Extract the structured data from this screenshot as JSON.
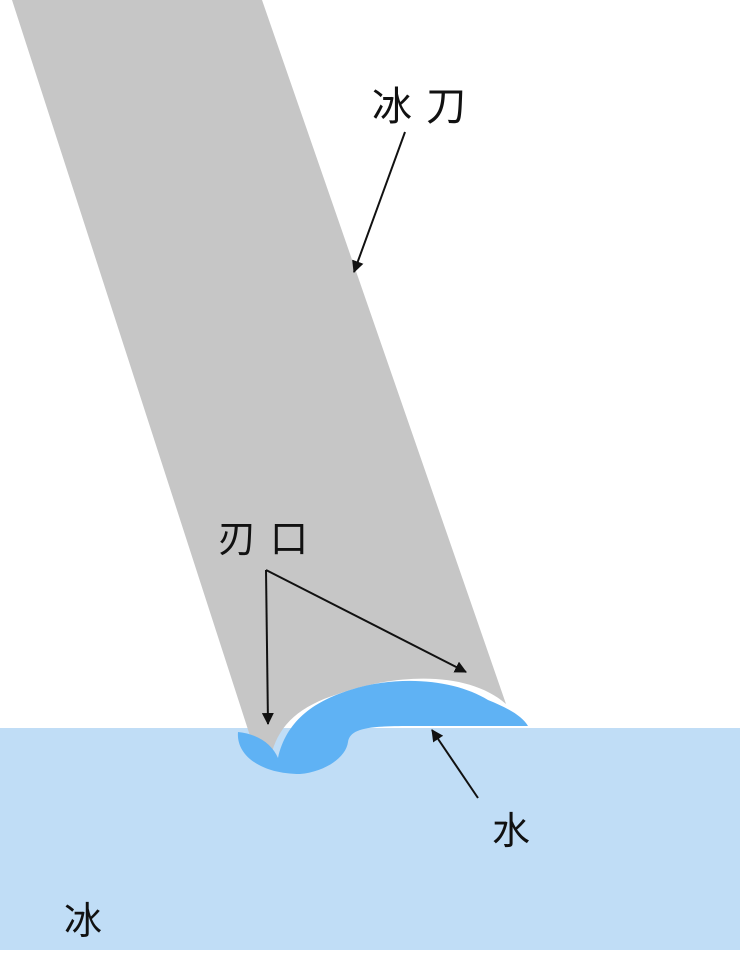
{
  "labels": {
    "blade": "冰刀",
    "edge": "刃口",
    "water": "水",
    "ice": "冰"
  },
  "colors": {
    "background": "#ffffff",
    "ice": "#c0ddf6",
    "blade": "#c6c6c6",
    "water": "#5fb2f4",
    "arrow": "#111111"
  }
}
